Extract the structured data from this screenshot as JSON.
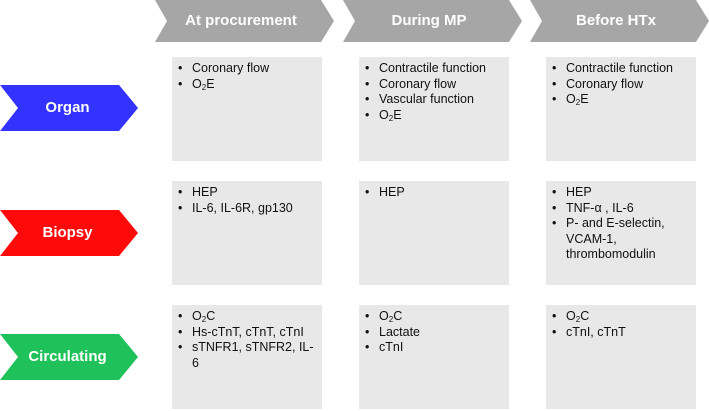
{
  "colors": {
    "column_header": "#a6a6a6",
    "organ": "#3333ff",
    "biopsy": "#ff0a0a",
    "circulating": "#1ec15a",
    "cell": "#e8e8e8"
  },
  "columns": [
    {
      "label": "At procurement"
    },
    {
      "label": "During MP"
    },
    {
      "label": "Before HTx"
    }
  ],
  "rows": [
    {
      "label": "Organ",
      "cells": [
        [
          {
            "text": "Coronary flow"
          },
          {
            "text": "O",
            "sub": "2",
            "tail": "E"
          }
        ],
        [
          {
            "text": "Contractile function"
          },
          {
            "text": "Coronary flow"
          },
          {
            "text": "Vascular function"
          },
          {
            "text": "O",
            "sub": "2",
            "tail": "E"
          }
        ],
        [
          {
            "text": "Contractile function"
          },
          {
            "text": "Coronary flow"
          },
          {
            "text": "O",
            "sub": "2",
            "tail": "E"
          }
        ]
      ]
    },
    {
      "label": "Biopsy",
      "cells": [
        [
          {
            "text": "HEP"
          },
          {
            "text": "IL-6, IL-6R, gp130"
          }
        ],
        [
          {
            "text": "HEP"
          }
        ],
        [
          {
            "text": "HEP"
          },
          {
            "text": "TNF-α , IL-6"
          },
          {
            "text": "P- and E-selectin, VCAM-1, thrombomodulin"
          }
        ]
      ]
    },
    {
      "label": "Circulating",
      "cells": [
        [
          {
            "text": "O",
            "sub": "2",
            "tail": "C"
          },
          {
            "text": "Hs-cTnT, cTnT, cTnI"
          },
          {
            "text": "sTNFR1, sTNFR2, IL-6"
          }
        ],
        [
          {
            "text": "O",
            "sub": "2",
            "tail": "C"
          },
          {
            "text": "Lactate"
          },
          {
            "text": "cTnI"
          }
        ],
        [
          {
            "text": "O",
            "sub": "2",
            "tail": "C"
          },
          {
            "text": "cTnI, cTnT"
          }
        ]
      ]
    }
  ]
}
